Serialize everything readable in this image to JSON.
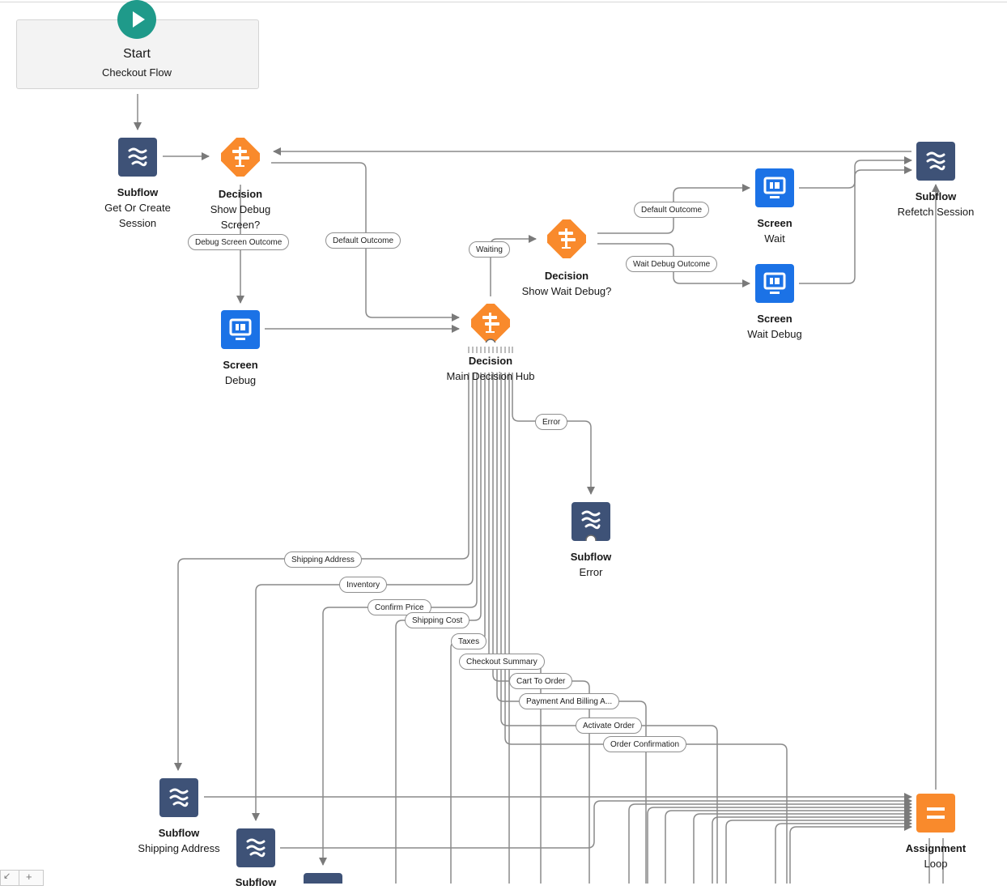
{
  "start": {
    "title": "Start",
    "subtitle": "Checkout Flow",
    "icon": "play-icon"
  },
  "nodes": {
    "subflow_session": {
      "type": "Subflow",
      "name_line1": "Get Or Create",
      "name_line2": "Session"
    },
    "decision_debug": {
      "type": "Decision",
      "name_line1": "Show Debug",
      "name_line2": "Screen?"
    },
    "screen_debug": {
      "type": "Screen",
      "name": "Debug"
    },
    "decision_hub": {
      "type": "Decision",
      "name": "Main Decision Hub"
    },
    "decision_wait": {
      "type": "Decision",
      "name": "Show Wait Debug?"
    },
    "screen_wait": {
      "type": "Screen",
      "name": "Wait"
    },
    "screen_wait_debug": {
      "type": "Screen",
      "name": "Wait Debug"
    },
    "subflow_refetch": {
      "type": "Subflow",
      "name": "Refetch Session"
    },
    "subflow_error": {
      "type": "Subflow",
      "name": "Error"
    },
    "subflow_shipping": {
      "type": "Subflow",
      "name": "Shipping Address"
    },
    "subflow_partial": {
      "type": "Subflow"
    },
    "assignment_loop": {
      "type": "Assignment",
      "name": "Loop"
    }
  },
  "connectors": {
    "debug_screen_outcome": "Debug Screen Outcome",
    "default_outcome_1": "Default Outcome",
    "waiting": "Waiting",
    "default_outcome_2": "Default Outcome",
    "wait_debug_outcome": "Wait Debug Outcome",
    "error": "Error",
    "shipping_address": "Shipping Address",
    "inventory": "Inventory",
    "confirm_price": "Confirm Price",
    "shipping_cost": "Shipping Cost",
    "taxes": "Taxes",
    "checkout_summary": "Checkout Summary",
    "cart_to_order": "Cart To Order",
    "payment_and_billing": "Payment And Billing A...",
    "activate_order": "Activate Order",
    "order_confirmation": "Order Confirmation"
  },
  "zoom_controls": {
    "shrink_icon": "collapse-icon",
    "plus": "+"
  },
  "colors": {
    "subflow": "#3e5277",
    "screen": "#1b72e6",
    "decision": "#f98a2c",
    "assignment": "#f98a2c",
    "start": "#1f9a8a",
    "connector": "#8a8a8a"
  }
}
